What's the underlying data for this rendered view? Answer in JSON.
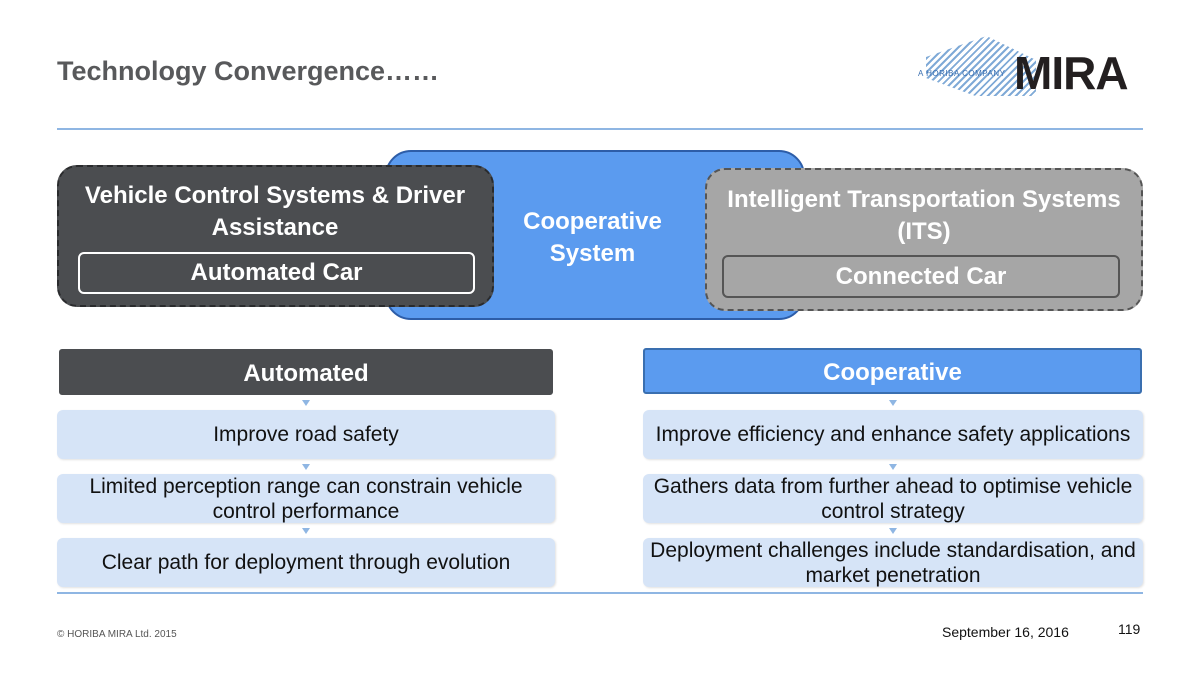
{
  "title": "Technology Convergence……",
  "logo": {
    "small_text": "A HORIBA COMPANY",
    "main_text": "MIRA"
  },
  "diagram": {
    "center_label": "Cooperative\nSystem",
    "left_title": "Vehicle Control Systems & Driver Assistance",
    "left_inner": "Automated Car",
    "right_title": "Intelligent Transportation Systems (ITS)",
    "right_inner": "Connected Car"
  },
  "automated": {
    "header": "Automated",
    "items": [
      "Improve road safety",
      "Limited perception range can constrain vehicle control performance",
      "Clear path for deployment through evolution"
    ]
  },
  "cooperative": {
    "header": "Cooperative",
    "items": [
      "Improve efficiency and enhance safety applications",
      "Gathers data from further ahead to optimise vehicle control strategy",
      "Deployment challenges include standardisation, and market penetration"
    ]
  },
  "footer": {
    "copyright": "© HORIBA MIRA Ltd. 2015",
    "date": "September 16, 2016",
    "page": "119"
  },
  "colors": {
    "accent_blue": "#5b9bef",
    "dark_gray": "#4b4d50",
    "light_gray": "#a6a6a6",
    "item_fill": "#d6e4f7"
  }
}
